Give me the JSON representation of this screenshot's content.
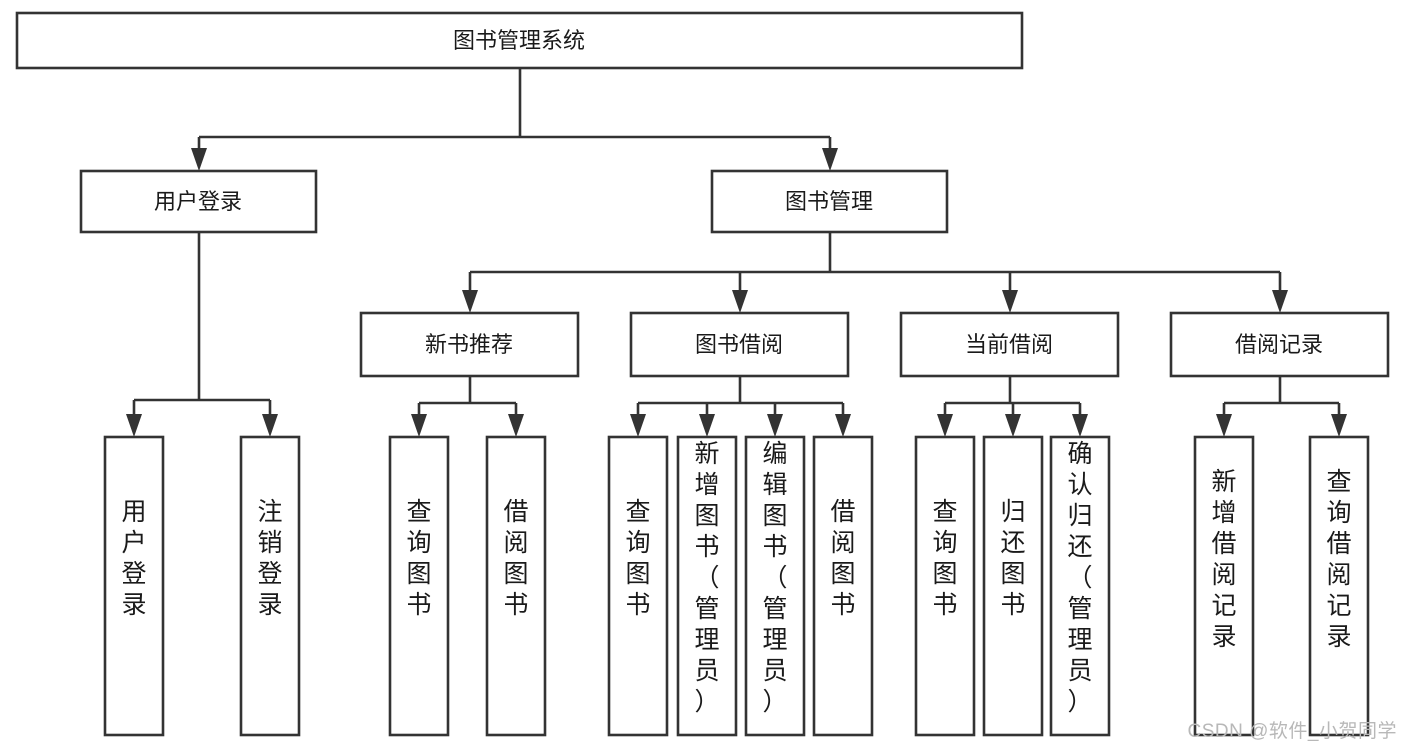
{
  "diagram": {
    "title": "图书管理系统",
    "type": "tree-hierarchy",
    "watermark": "CSDN @软件_小贺同学",
    "colors": {
      "stroke": "#333333",
      "fill": "#ffffff",
      "text": "#1a1a1a",
      "watermark": "#b8b8b8"
    },
    "root": {
      "label": "图书管理系统"
    },
    "level2": [
      {
        "label": "用户登录"
      },
      {
        "label": "图书管理"
      }
    ],
    "level3": [
      {
        "label": "新书推荐"
      },
      {
        "label": "图书借阅"
      },
      {
        "label": "当前借阅"
      },
      {
        "label": "借阅记录"
      }
    ],
    "groups": [
      {
        "parent": "用户登录",
        "leaves": [
          {
            "label": "用户登录"
          },
          {
            "label": "注销登录"
          }
        ]
      },
      {
        "parent": "新书推荐",
        "leaves": [
          {
            "label": "查询图书"
          },
          {
            "label": "借阅图书"
          }
        ]
      },
      {
        "parent": "图书借阅",
        "leaves": [
          {
            "label": "查询图书"
          },
          {
            "label": "新增图书（管理员）"
          },
          {
            "label": "编辑图书（管理员）"
          },
          {
            "label": "借阅图书"
          }
        ]
      },
      {
        "parent": "当前借阅",
        "leaves": [
          {
            "label": "查询图书"
          },
          {
            "label": "归还图书"
          },
          {
            "label": "确认归还（管理员）"
          }
        ]
      },
      {
        "parent": "借阅记录",
        "leaves": [
          {
            "label": "新增借阅记录"
          },
          {
            "label": "查询借阅记录"
          }
        ]
      }
    ]
  }
}
